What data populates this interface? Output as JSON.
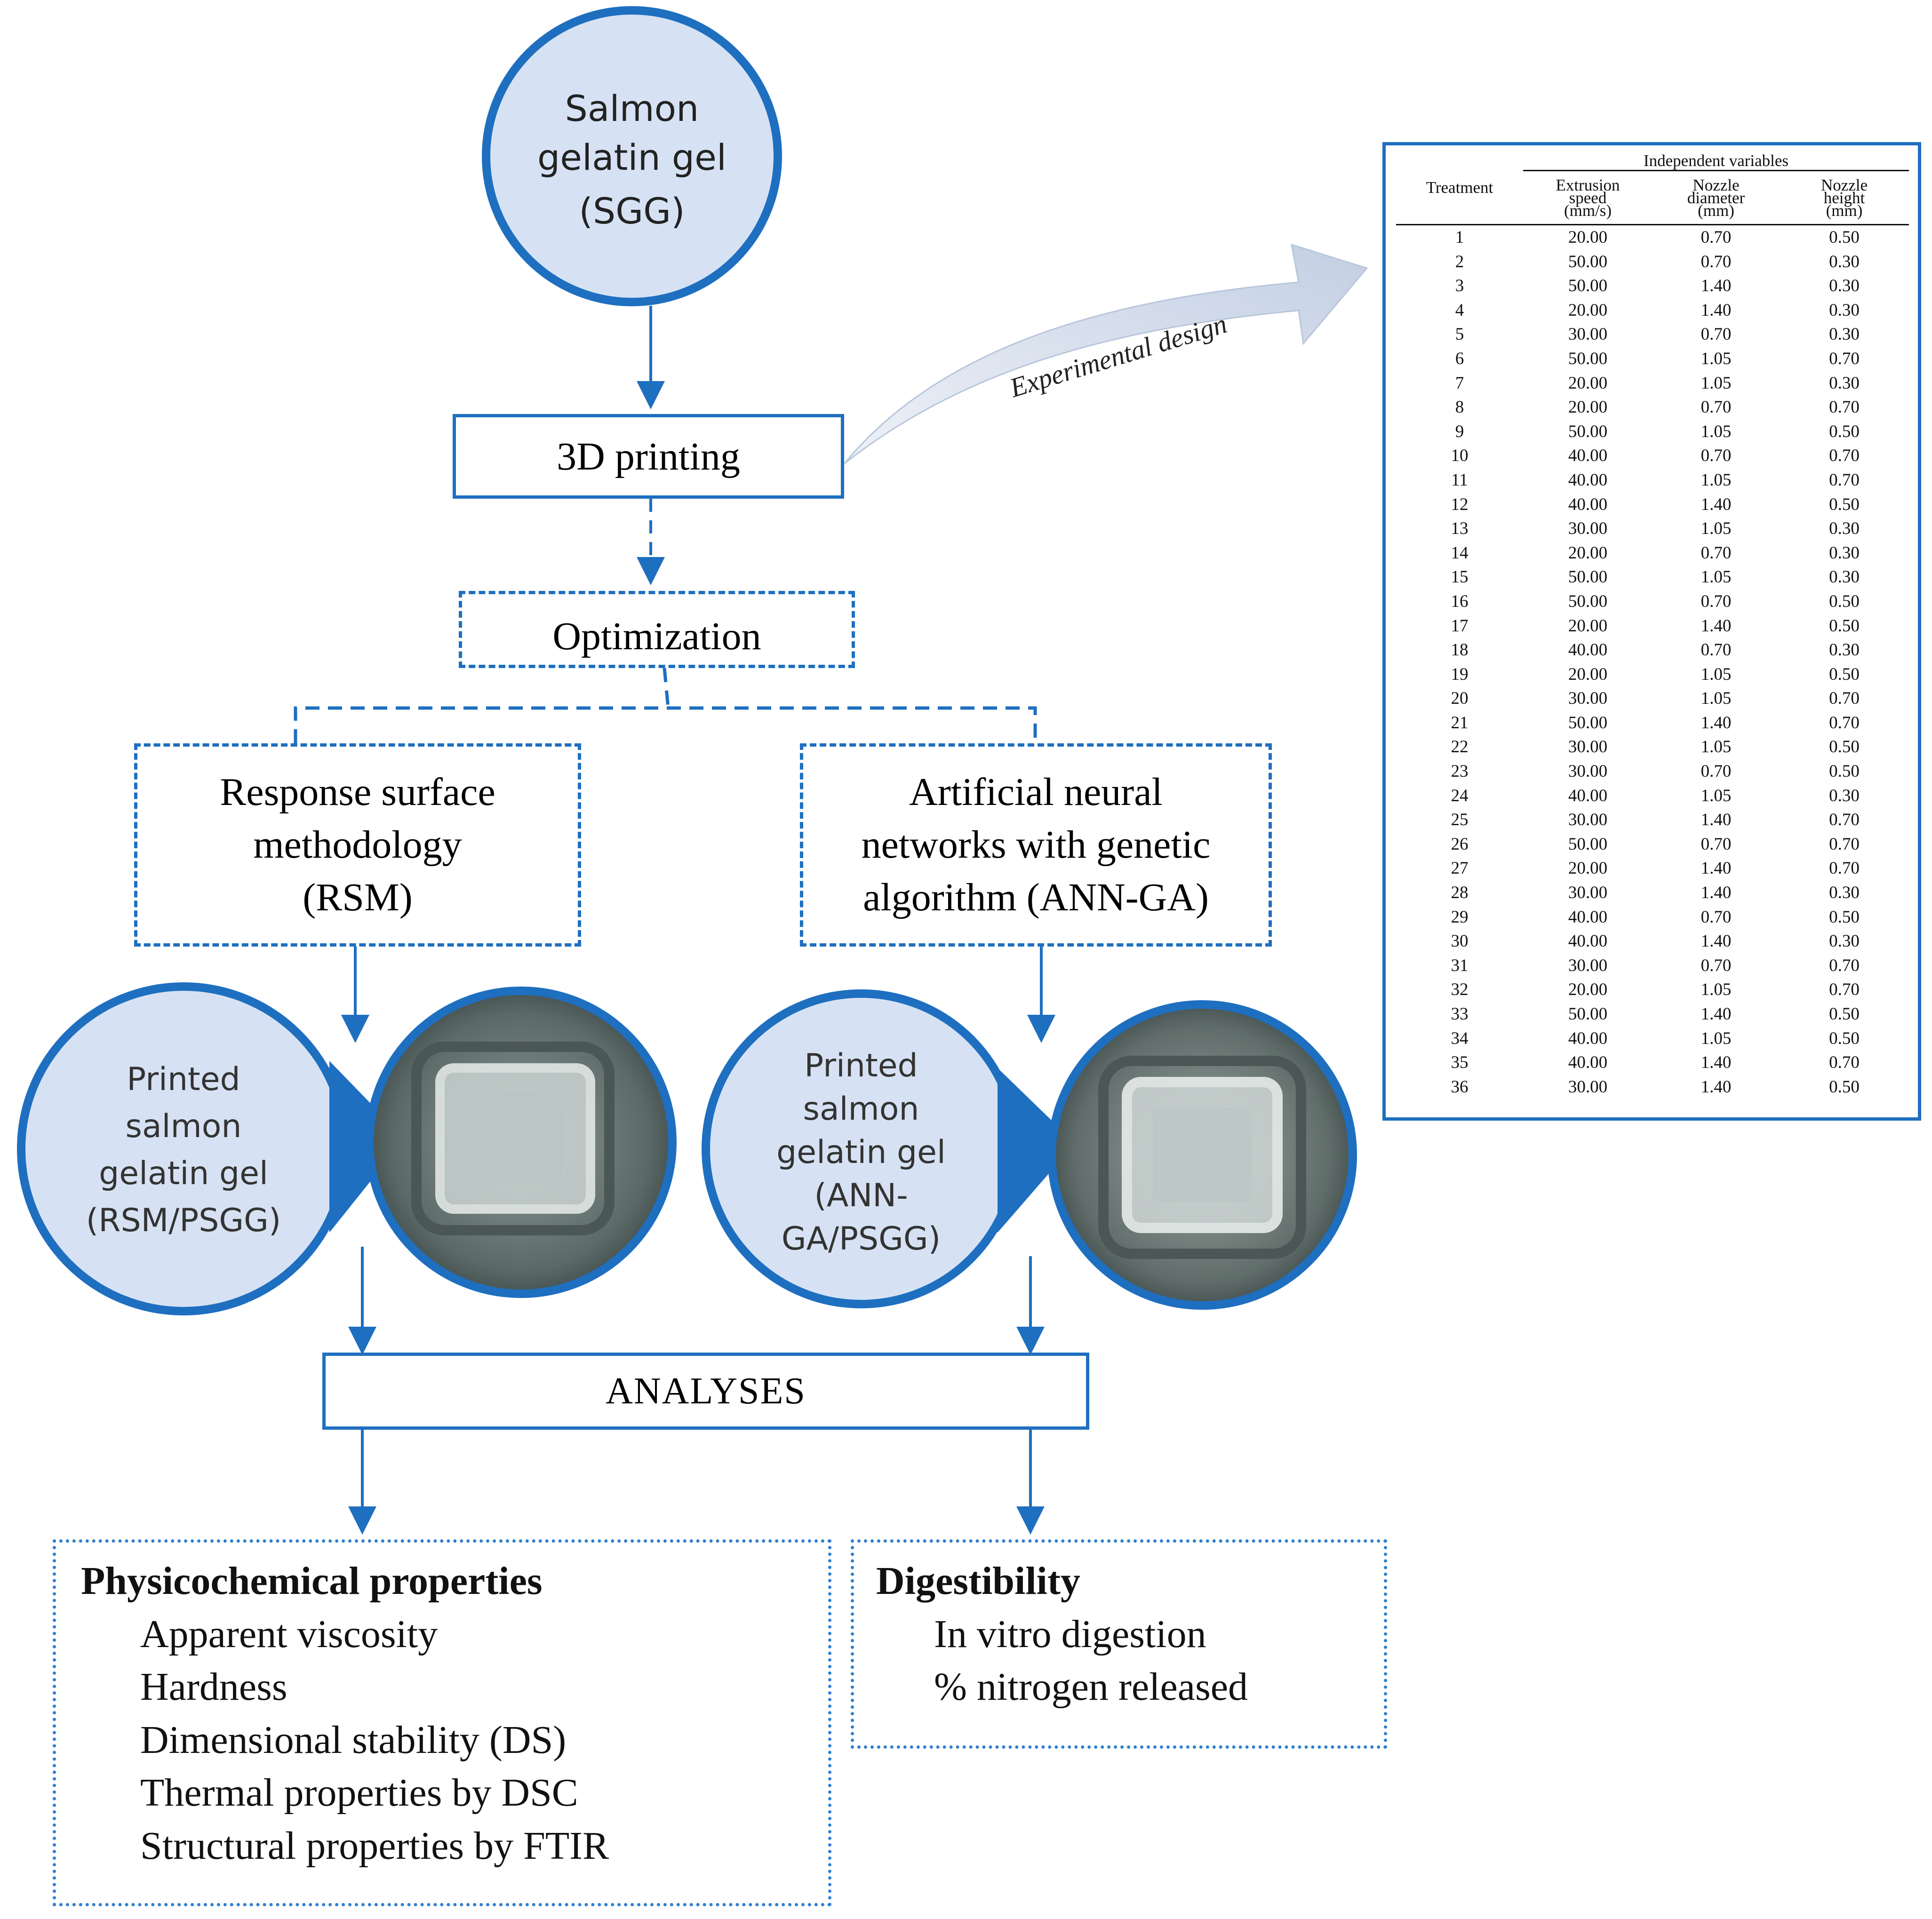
{
  "nodes": {
    "sgg": {
      "line1": "Salmon",
      "line2": "gelatin gel",
      "line3": "(SGG)"
    },
    "printing": "3D printing",
    "optimization": "Optimization",
    "rsm": {
      "line1": "Response surface",
      "line2": "methodology",
      "line3": "(RSM)"
    },
    "ann": {
      "line1": "Artificial neural",
      "line2": "networks with genetic",
      "line3": "algorithm (ANN-GA)"
    },
    "rsm_psgg": {
      "line1": "Printed",
      "line2": "salmon",
      "line3": "gelatin gel",
      "line4": "(RSM/PSGG)"
    },
    "ann_psgg": {
      "line1": "Printed",
      "line2": "salmon",
      "line3": "gelatin gel",
      "line4": "(ANN-",
      "line5": "GA/PSGG)"
    },
    "analyses": "ANALYSES",
    "physicochemical": {
      "title": "Physicochemical properties",
      "items": [
        "Apparent viscosity",
        "Hardness",
        "Dimensional stability (DS)",
        "Thermal properties by DSC",
        "Structural properties by FTIR"
      ]
    },
    "digestibility": {
      "title": "Digestibility",
      "items": [
        "In vitro digestion",
        "% nitrogen released"
      ]
    },
    "experimental_design_label": "Experimental design"
  },
  "table": {
    "group_header": "Independent variables",
    "treatment_header": "Treatment",
    "columns": [
      {
        "l1": "Extrusion",
        "l2": "speed",
        "l3": "(mm/s)"
      },
      {
        "l1": "Nozzle",
        "l2": "diameter",
        "l3": "(mm)"
      },
      {
        "l1": "Nozzle",
        "l2": "height",
        "l3": "(mm)"
      }
    ],
    "rows": [
      [
        "1",
        "20.00",
        "0.70",
        "0.50"
      ],
      [
        "2",
        "50.00",
        "0.70",
        "0.30"
      ],
      [
        "3",
        "50.00",
        "1.40",
        "0.30"
      ],
      [
        "4",
        "20.00",
        "1.40",
        "0.30"
      ],
      [
        "5",
        "30.00",
        "0.70",
        "0.30"
      ],
      [
        "6",
        "50.00",
        "1.05",
        "0.70"
      ],
      [
        "7",
        "20.00",
        "1.05",
        "0.30"
      ],
      [
        "8",
        "20.00",
        "0.70",
        "0.70"
      ],
      [
        "9",
        "50.00",
        "1.05",
        "0.50"
      ],
      [
        "10",
        "40.00",
        "0.70",
        "0.70"
      ],
      [
        "11",
        "40.00",
        "1.05",
        "0.70"
      ],
      [
        "12",
        "40.00",
        "1.40",
        "0.50"
      ],
      [
        "13",
        "30.00",
        "1.05",
        "0.30"
      ],
      [
        "14",
        "20.00",
        "0.70",
        "0.30"
      ],
      [
        "15",
        "50.00",
        "1.05",
        "0.30"
      ],
      [
        "16",
        "50.00",
        "0.70",
        "0.50"
      ],
      [
        "17",
        "20.00",
        "1.40",
        "0.50"
      ],
      [
        "18",
        "40.00",
        "0.70",
        "0.30"
      ],
      [
        "19",
        "20.00",
        "1.05",
        "0.50"
      ],
      [
        "20",
        "30.00",
        "1.05",
        "0.70"
      ],
      [
        "21",
        "50.00",
        "1.40",
        "0.70"
      ],
      [
        "22",
        "30.00",
        "1.05",
        "0.50"
      ],
      [
        "23",
        "30.00",
        "0.70",
        "0.50"
      ],
      [
        "24",
        "40.00",
        "1.05",
        "0.30"
      ],
      [
        "25",
        "30.00",
        "1.40",
        "0.70"
      ],
      [
        "26",
        "50.00",
        "0.70",
        "0.70"
      ],
      [
        "27",
        "20.00",
        "1.40",
        "0.70"
      ],
      [
        "28",
        "30.00",
        "1.40",
        "0.30"
      ],
      [
        "29",
        "40.00",
        "0.70",
        "0.50"
      ],
      [
        "30",
        "40.00",
        "1.40",
        "0.30"
      ],
      [
        "31",
        "30.00",
        "0.70",
        "0.70"
      ],
      [
        "32",
        "20.00",
        "1.05",
        "0.70"
      ],
      [
        "33",
        "50.00",
        "1.40",
        "0.50"
      ],
      [
        "34",
        "40.00",
        "1.05",
        "0.50"
      ],
      [
        "35",
        "40.00",
        "1.40",
        "0.70"
      ],
      [
        "36",
        "30.00",
        "1.40",
        "0.50"
      ]
    ]
  },
  "colors": {
    "accent": "#1e6fc0",
    "circle_fill": "#d6e2f3",
    "arrow_fill": "#c9d5e8"
  }
}
